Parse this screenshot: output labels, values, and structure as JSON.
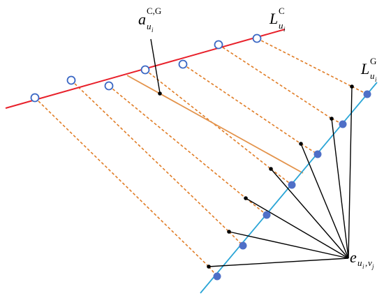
{
  "colors": {
    "red_line": "#e8202a",
    "blue_line": "#2aa5d6",
    "dashed": "#e07c25",
    "solid_orange": "#e3934b",
    "hollow_stroke": "#3a67c4",
    "filled_point": "#4f6fc7",
    "black": "#000000"
  },
  "labels": {
    "a_main": "a",
    "a_sub": "u",
    "a_subsub": "i",
    "a_sup": "C,G",
    "LC_main": "L",
    "LC_sub": "u",
    "LC_subsub": "i",
    "LC_sup": "C",
    "LG_main": "L",
    "LG_sub": "u",
    "LG_subsub": "i",
    "LG_sup": "G",
    "e_main": "e",
    "e_sub1": "u",
    "e_subsub1": "i",
    "e_comma": ",",
    "e_sub2": "v",
    "e_subsub2": "j"
  }
}
